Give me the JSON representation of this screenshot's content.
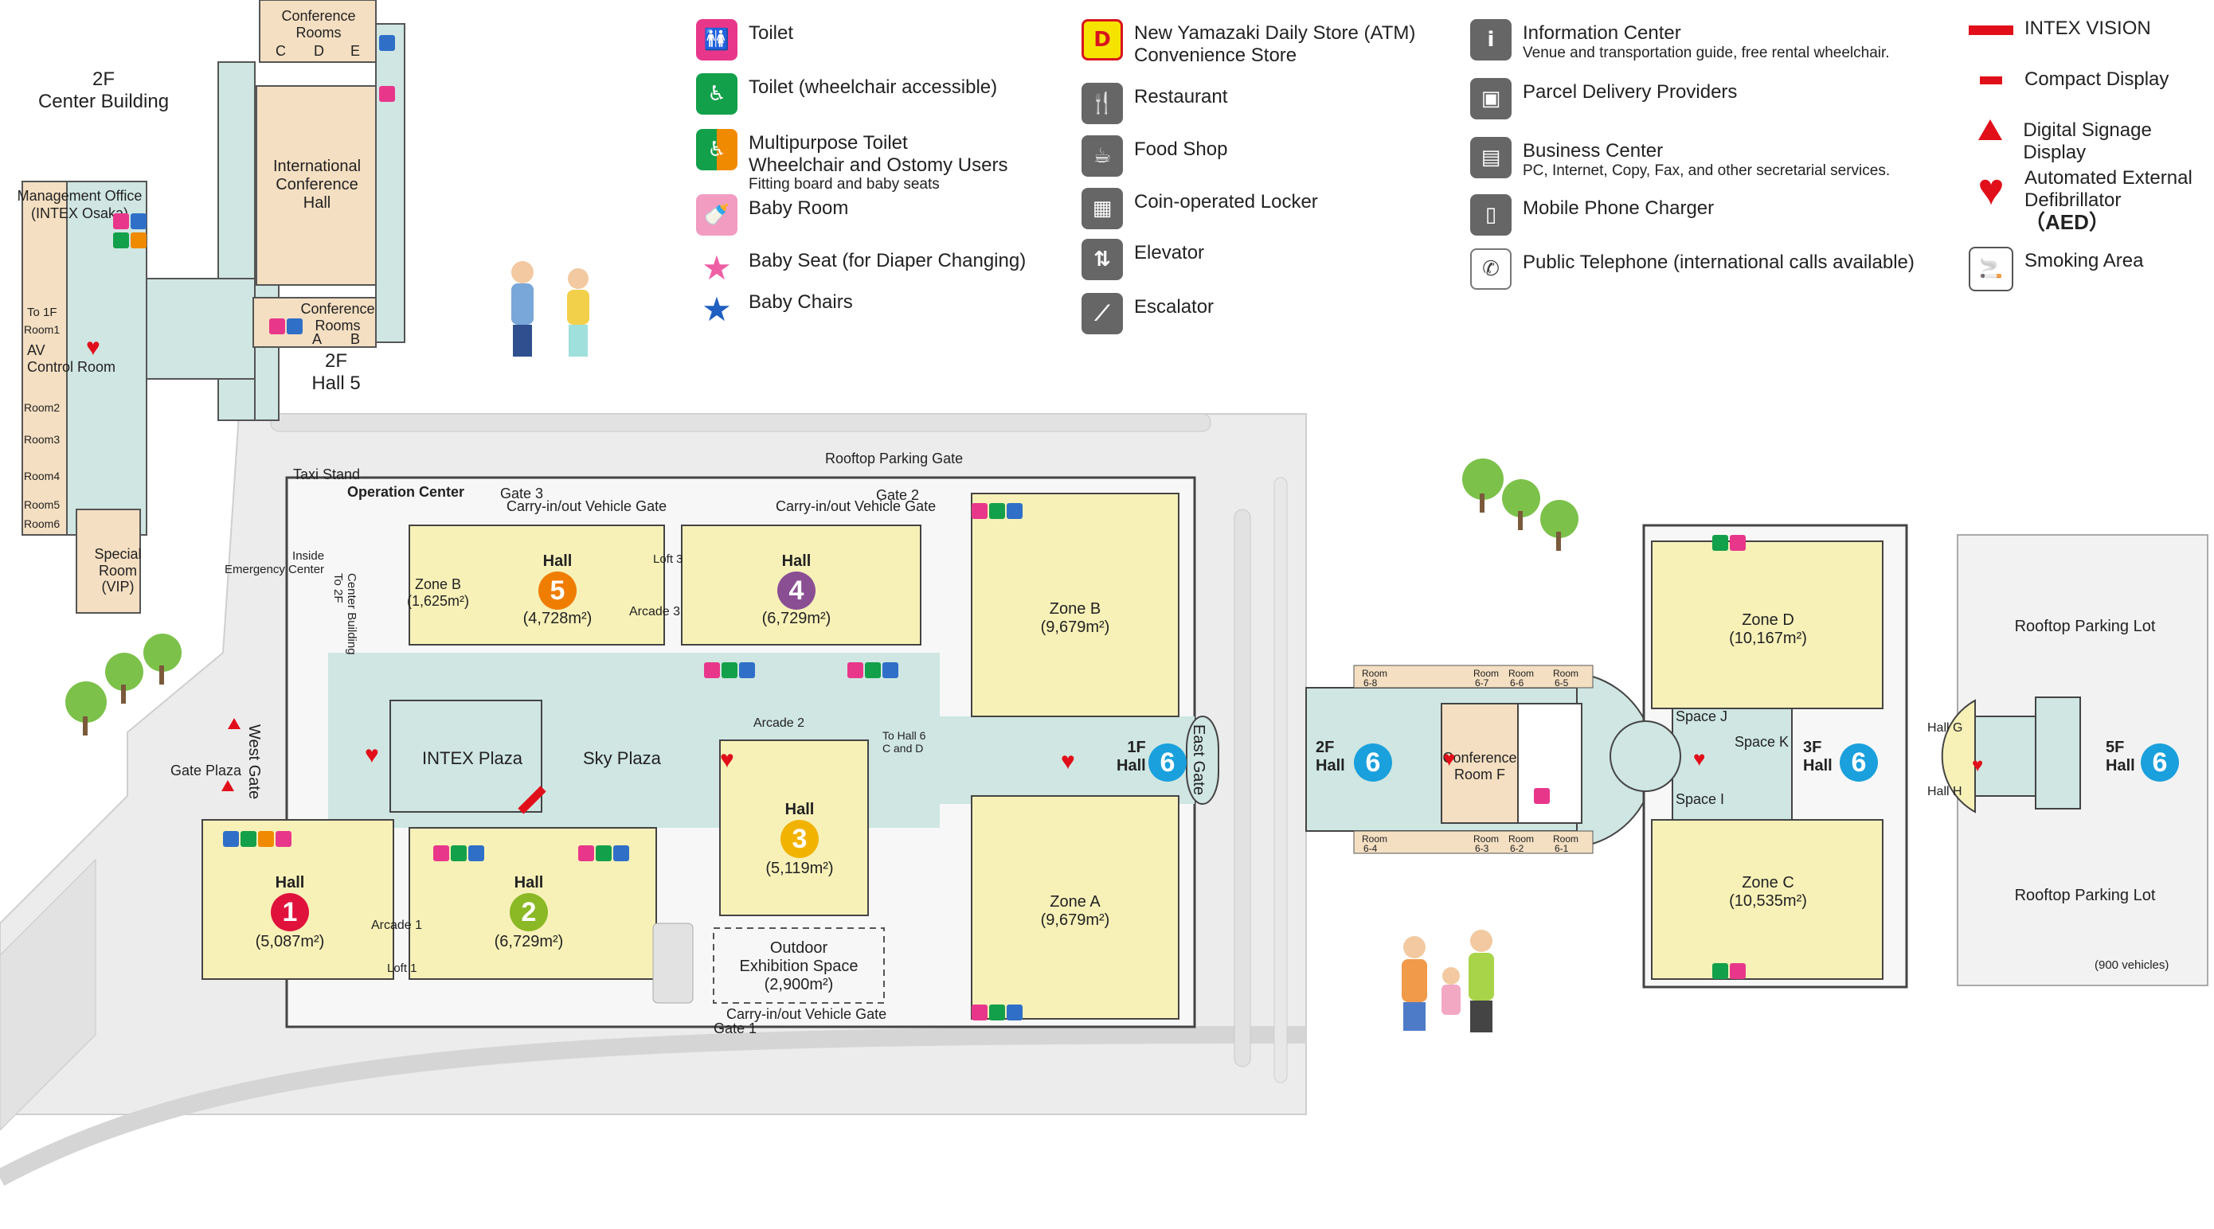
{
  "colors": {
    "hall": "#f7f1b8",
    "plaza": "#cfe6e2",
    "road": "#ececec",
    "conference": "#f4dfc2",
    "hall1": "#e0123c",
    "hall2": "#8ab925",
    "hall3": "#f2b200",
    "hall4": "#8a4e93",
    "hall5": "#ef7d00",
    "hall6": "#1aa0dc"
  },
  "legend": {
    "col1": [
      {
        "icon": "toilet-icon",
        "label": "Toilet"
      },
      {
        "icon": "wheelchair-toilet-icon",
        "label": "Toilet (wheelchair accessible)"
      },
      {
        "icon": "multipurpose-toilet-icon",
        "label": "Multipurpose Toilet",
        "label2": "Wheelchair and Ostomy Users",
        "sub": "Fitting board and baby seats"
      },
      {
        "icon": "baby-room-icon",
        "label": "Baby Room"
      },
      {
        "icon": "baby-seat-star-icon",
        "label": "Baby Seat (for Diaper Changing)"
      },
      {
        "icon": "baby-chair-star-icon",
        "label": "Baby Chairs"
      }
    ],
    "col2": [
      {
        "icon": "convenience-store-icon",
        "label": "New Yamazaki Daily Store (ATM)",
        "label2": "Convenience Store"
      },
      {
        "icon": "restaurant-icon",
        "label": "Restaurant"
      },
      {
        "icon": "food-shop-icon",
        "label": "Food Shop"
      },
      {
        "icon": "locker-icon",
        "label": "Coin-operated Locker"
      },
      {
        "icon": "elevator-icon",
        "label": "Elevator"
      },
      {
        "icon": "escalator-icon",
        "label": "Escalator"
      }
    ],
    "col3": [
      {
        "icon": "information-icon",
        "label": "Information Center",
        "sub": "Venue and transportation guide, free rental wheelchair."
      },
      {
        "icon": "parcel-delivery-icon",
        "label": "Parcel Delivery Providers"
      },
      {
        "icon": "business-center-icon",
        "label": "Business Center",
        "sub": "PC, Internet, Copy, Fax, and other secretarial services."
      },
      {
        "icon": "phone-charger-icon",
        "label": "Mobile Phone Charger"
      },
      {
        "icon": "telephone-icon",
        "label": "Public Telephone (international calls available)"
      }
    ],
    "col4": [
      {
        "icon": "intex-vision-icon",
        "label": "INTEX VISION"
      },
      {
        "icon": "compact-display-icon",
        "label": "Compact Display"
      },
      {
        "icon": "digital-signage-icon",
        "label": "Digital Signage Display"
      },
      {
        "icon": "aed-icon",
        "label": "Automated External",
        "label2": "Defibrillator",
        "label3": "（AED）"
      },
      {
        "icon": "smoking-icon",
        "label": "Smoking Area"
      }
    ]
  },
  "center_building": {
    "floor": "2F",
    "name": "Center Building",
    "conference_rooms_top": "Conference\nRooms",
    "rooms_cde": [
      "C",
      "D",
      "E"
    ],
    "international_hall": "International\nConference\nHall",
    "management_office": "Management Office",
    "management_sub": "(INTEX Osaka)",
    "to1f": "To 1F",
    "room1": "Room1",
    "av": "AV\nControl Room",
    "rooms_left": [
      "Room2",
      "Room3",
      "Room4",
      "Room5",
      "Room6"
    ],
    "special": "Special\nRoom\n(VIP)",
    "conf_ab": "Conference\nRooms",
    "rooms_ab": [
      "A",
      "B"
    ],
    "hall5_2f": "2F\nHall 5"
  },
  "main_map": {
    "taxi": "Taxi Stand",
    "operation": "Operation Center",
    "inside_emergency": "Inside\nEmergency Center",
    "center_building_to2f": "Center Building\nTo 2F",
    "gate3": "Gate 3",
    "gate3_sub": "Carry-in/out Vehicle Gate",
    "gate2": "Gate 2",
    "gate2_sub": "Carry-in/out Vehicle Gate",
    "rooftop_gate": "Rooftop Parking Gate",
    "zone_b_small": "Zone B\n(1,625m²)",
    "loft3": "Loft 3",
    "arcade3": "Arcade 3",
    "arcade2": "Arcade 2",
    "arcade1": "Arcade 1",
    "loft1": "Loft 1",
    "west_gate": "West Gate",
    "gate_plaza": "Gate Plaza",
    "intex_plaza": "INTEX Plaza",
    "sky_plaza": "Sky Plaza",
    "to_hall6": "To Hall 6\nC and D",
    "outdoor": "Outdoor\nExhibition Space\n(2,900m²)",
    "gate1_sub": "Carry-in/out Vehicle Gate",
    "gate1": "Gate 1",
    "east_gate": "East Gate",
    "hall_word": "Hall",
    "halls": [
      {
        "num": "1",
        "area": "(5,087m²)"
      },
      {
        "num": "2",
        "area": "(6,729m²)"
      },
      {
        "num": "3",
        "area": "(5,119m²)"
      },
      {
        "num": "4",
        "area": "(6,729m²)"
      },
      {
        "num": "5",
        "area": "(4,728m²)"
      }
    ],
    "zone_b": "Zone B\n(9,679m²)",
    "zone_a": "Zone A\n(9,679m²)",
    "hall6_1f": "1F\nHall",
    "hall6_num": "6"
  },
  "hall6_2f": {
    "label": "2F\nHall",
    "conference_f": "Conference\nRoom F",
    "rooms_top": [
      "6-8",
      "6-7",
      "6-6",
      "6-5"
    ],
    "rooms_bottom": [
      "6-4",
      "6-3",
      "6-2",
      "6-1"
    ],
    "room_prefix": "Room"
  },
  "hall6_3f": {
    "label": "3F\nHall",
    "zone_d": "Zone D\n(10,167m²)",
    "zone_c": "Zone C\n(10,535m²)",
    "space_j": "Space J",
    "space_k": "Space K",
    "space_i": "Space I"
  },
  "hall6_5f": {
    "label": "5F\nHall",
    "rooftop_top": "Rooftop Parking Lot",
    "rooftop_bottom": "Rooftop Parking Lot",
    "vehicles": "(900 vehicles)",
    "hall_g": "Hall G",
    "hall_h": "Hall H"
  }
}
